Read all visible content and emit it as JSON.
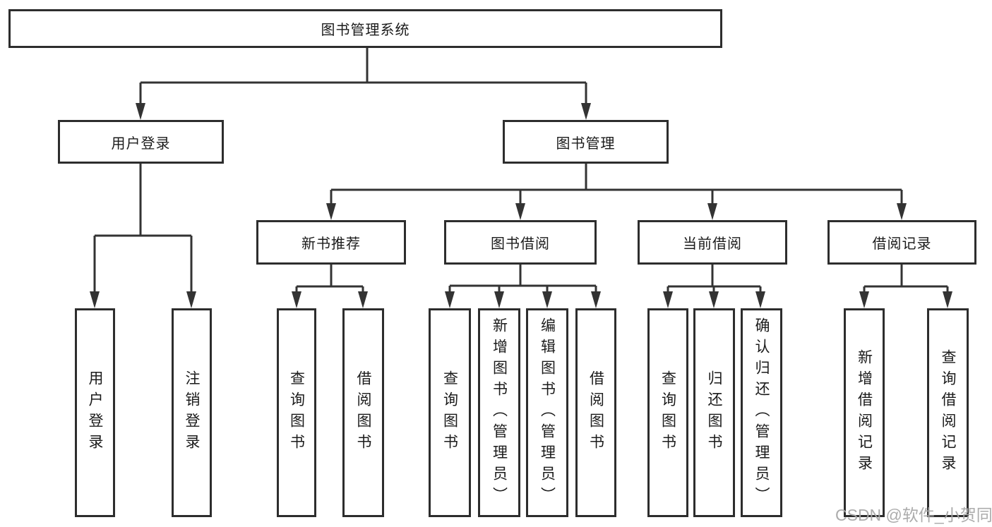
{
  "tree": {
    "root": "图书管理系统",
    "branches": [
      {
        "label": "用户登录",
        "children": [
          "用户登录",
          "注销登录"
        ]
      },
      {
        "label": "图书管理",
        "groups": [
          {
            "label": "新书推荐",
            "children": [
              "查询图书",
              "借阅图书"
            ]
          },
          {
            "label": "图书借阅",
            "children": [
              "查询图书",
              "新增图书（管理员）",
              "编辑图书（管理员）",
              "借阅图书"
            ]
          },
          {
            "label": "当前借阅",
            "children": [
              "查询图书",
              "归还图书",
              "确认归还（管理员）"
            ]
          },
          {
            "label": "借阅记录",
            "children": [
              "新增借阅记录",
              "查询借阅记录"
            ]
          }
        ]
      }
    ]
  },
  "watermark": "CSDN @软件_小贺同学",
  "colors": {
    "line": "#333333",
    "box_border": "#2d2d2d",
    "text": "#1b1b1b",
    "watermark": "#a8a8a8",
    "background": "#ffffff"
  }
}
